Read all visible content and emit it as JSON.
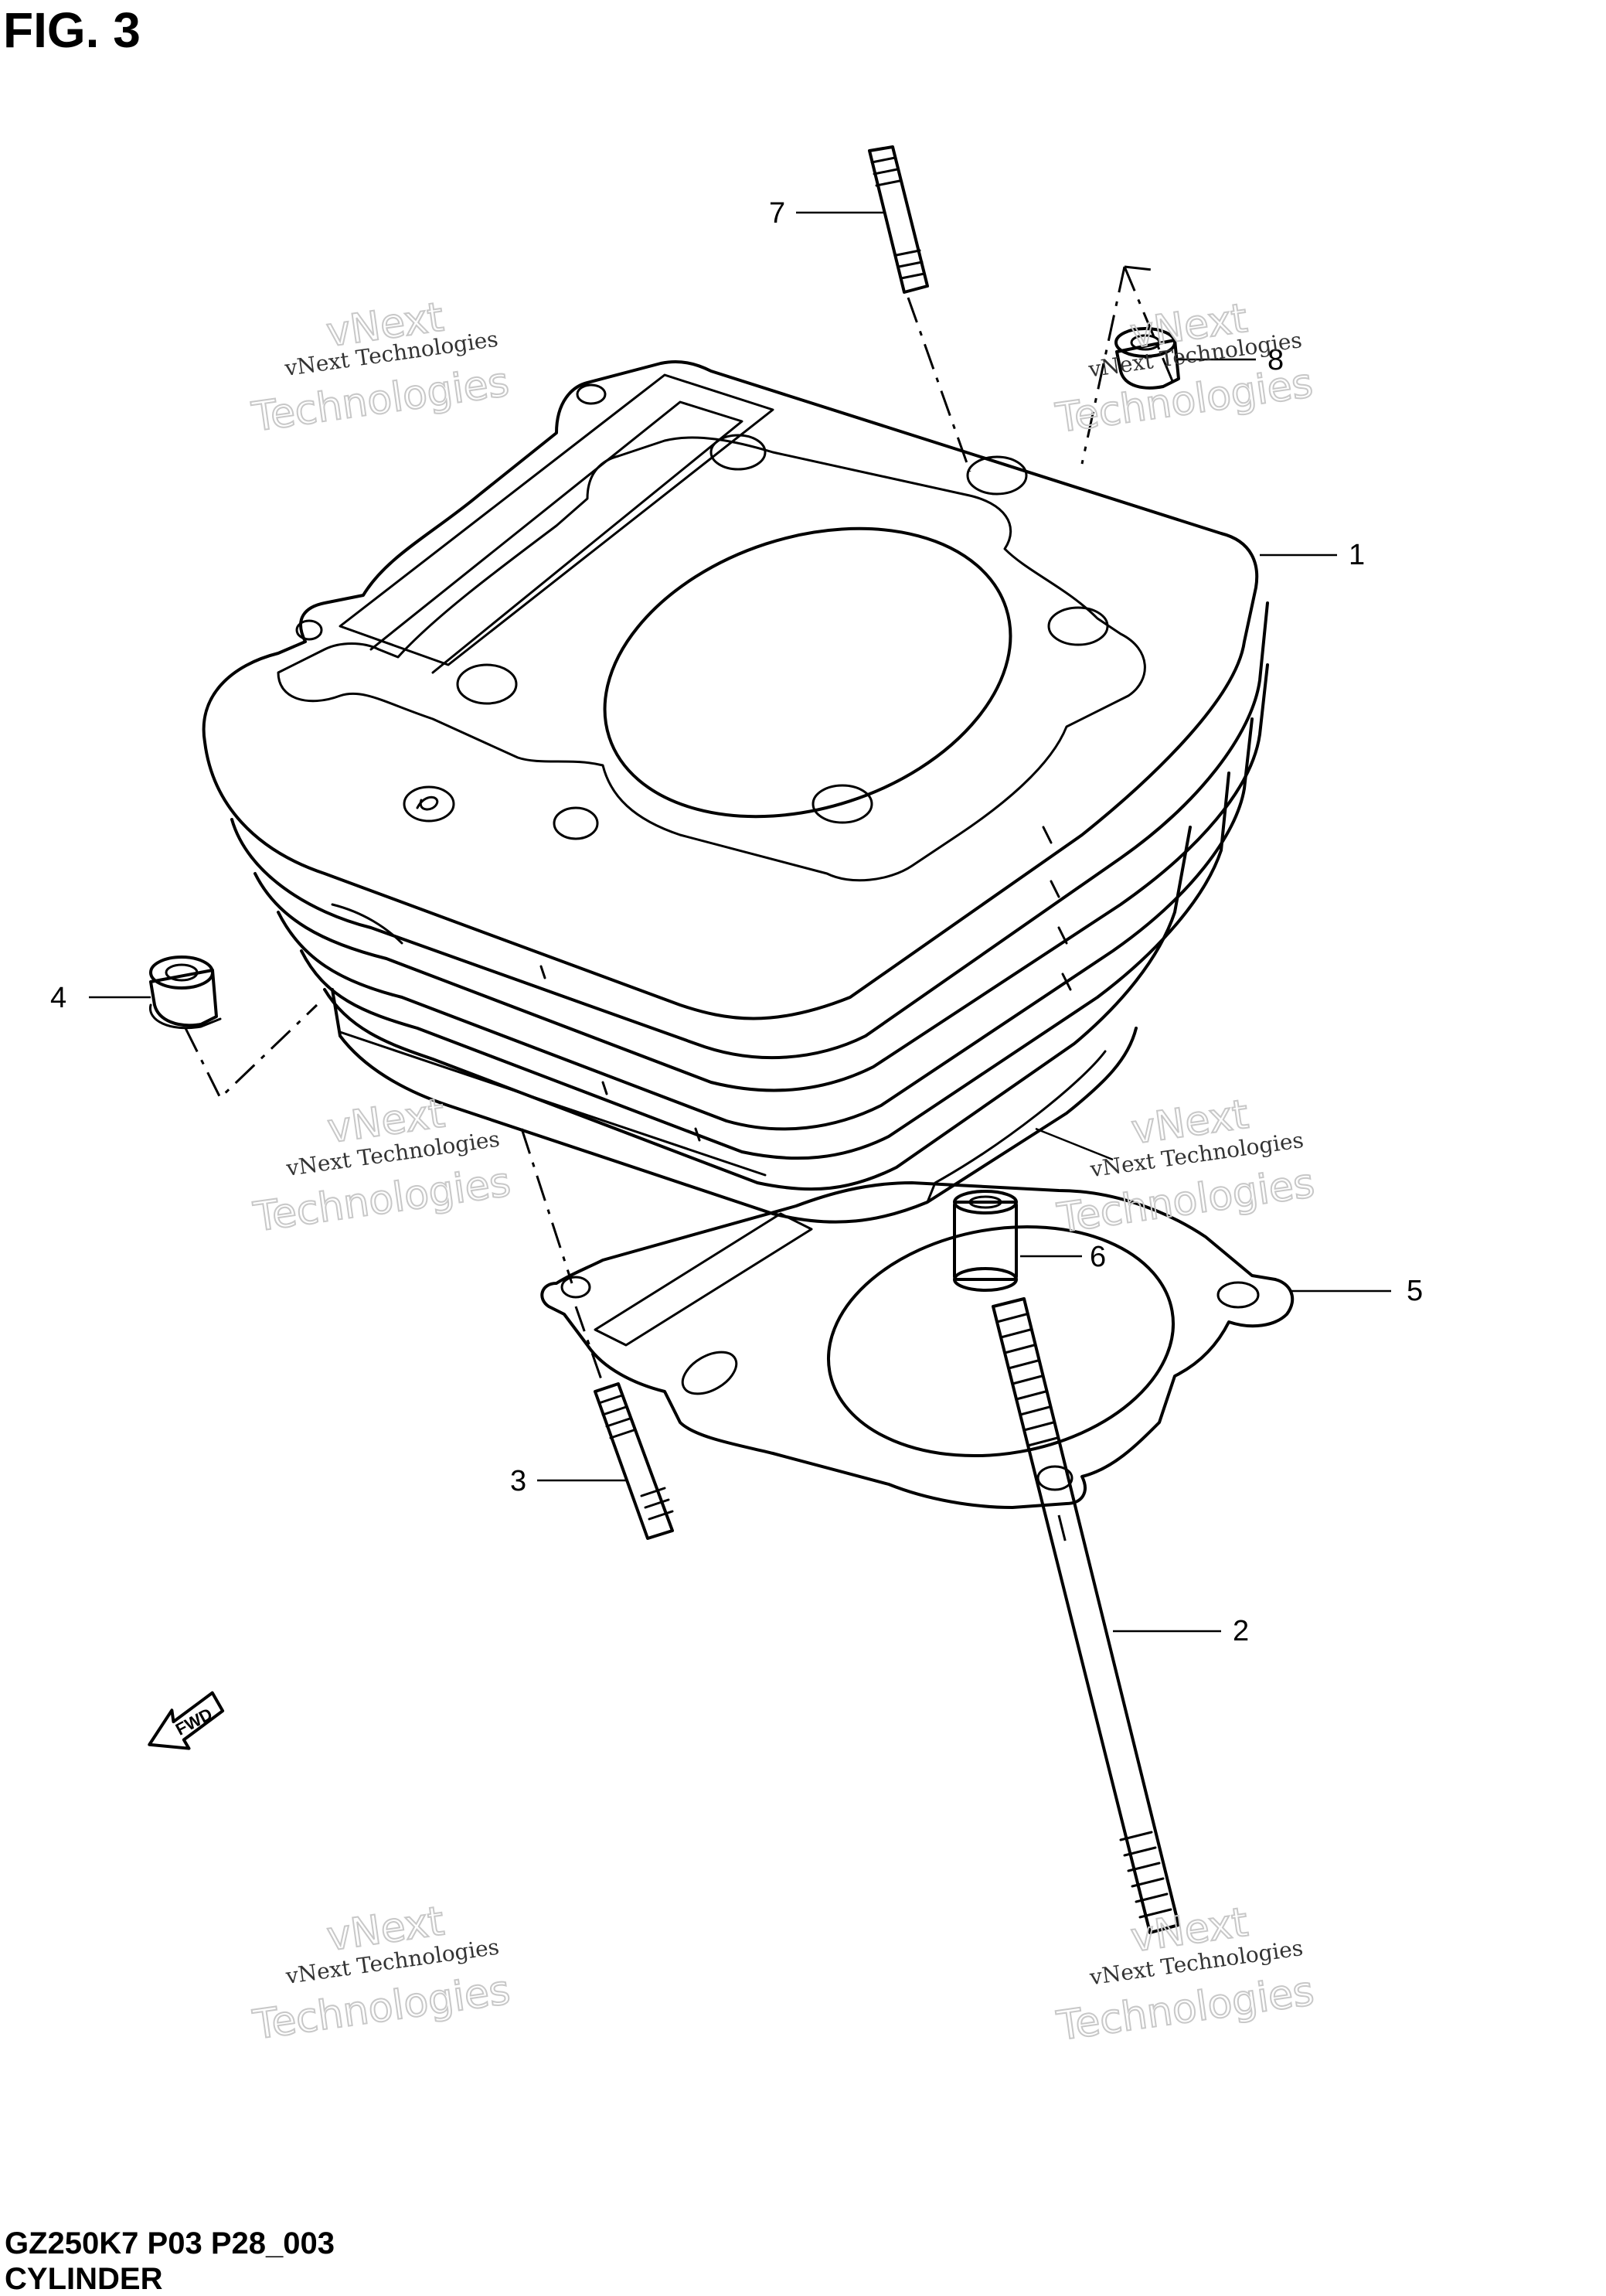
{
  "figure": {
    "title": "FIG. 3",
    "code": "GZ250K7 P03 P28_003",
    "name": "CYLINDER"
  },
  "watermark": {
    "line1": "vNext",
    "line2": "vNext Technologies",
    "line3": "Technologies"
  },
  "fwd_label": "FWD",
  "callouts": [
    "1",
    "2",
    "3",
    "4",
    "5",
    "6",
    "7",
    "8"
  ]
}
